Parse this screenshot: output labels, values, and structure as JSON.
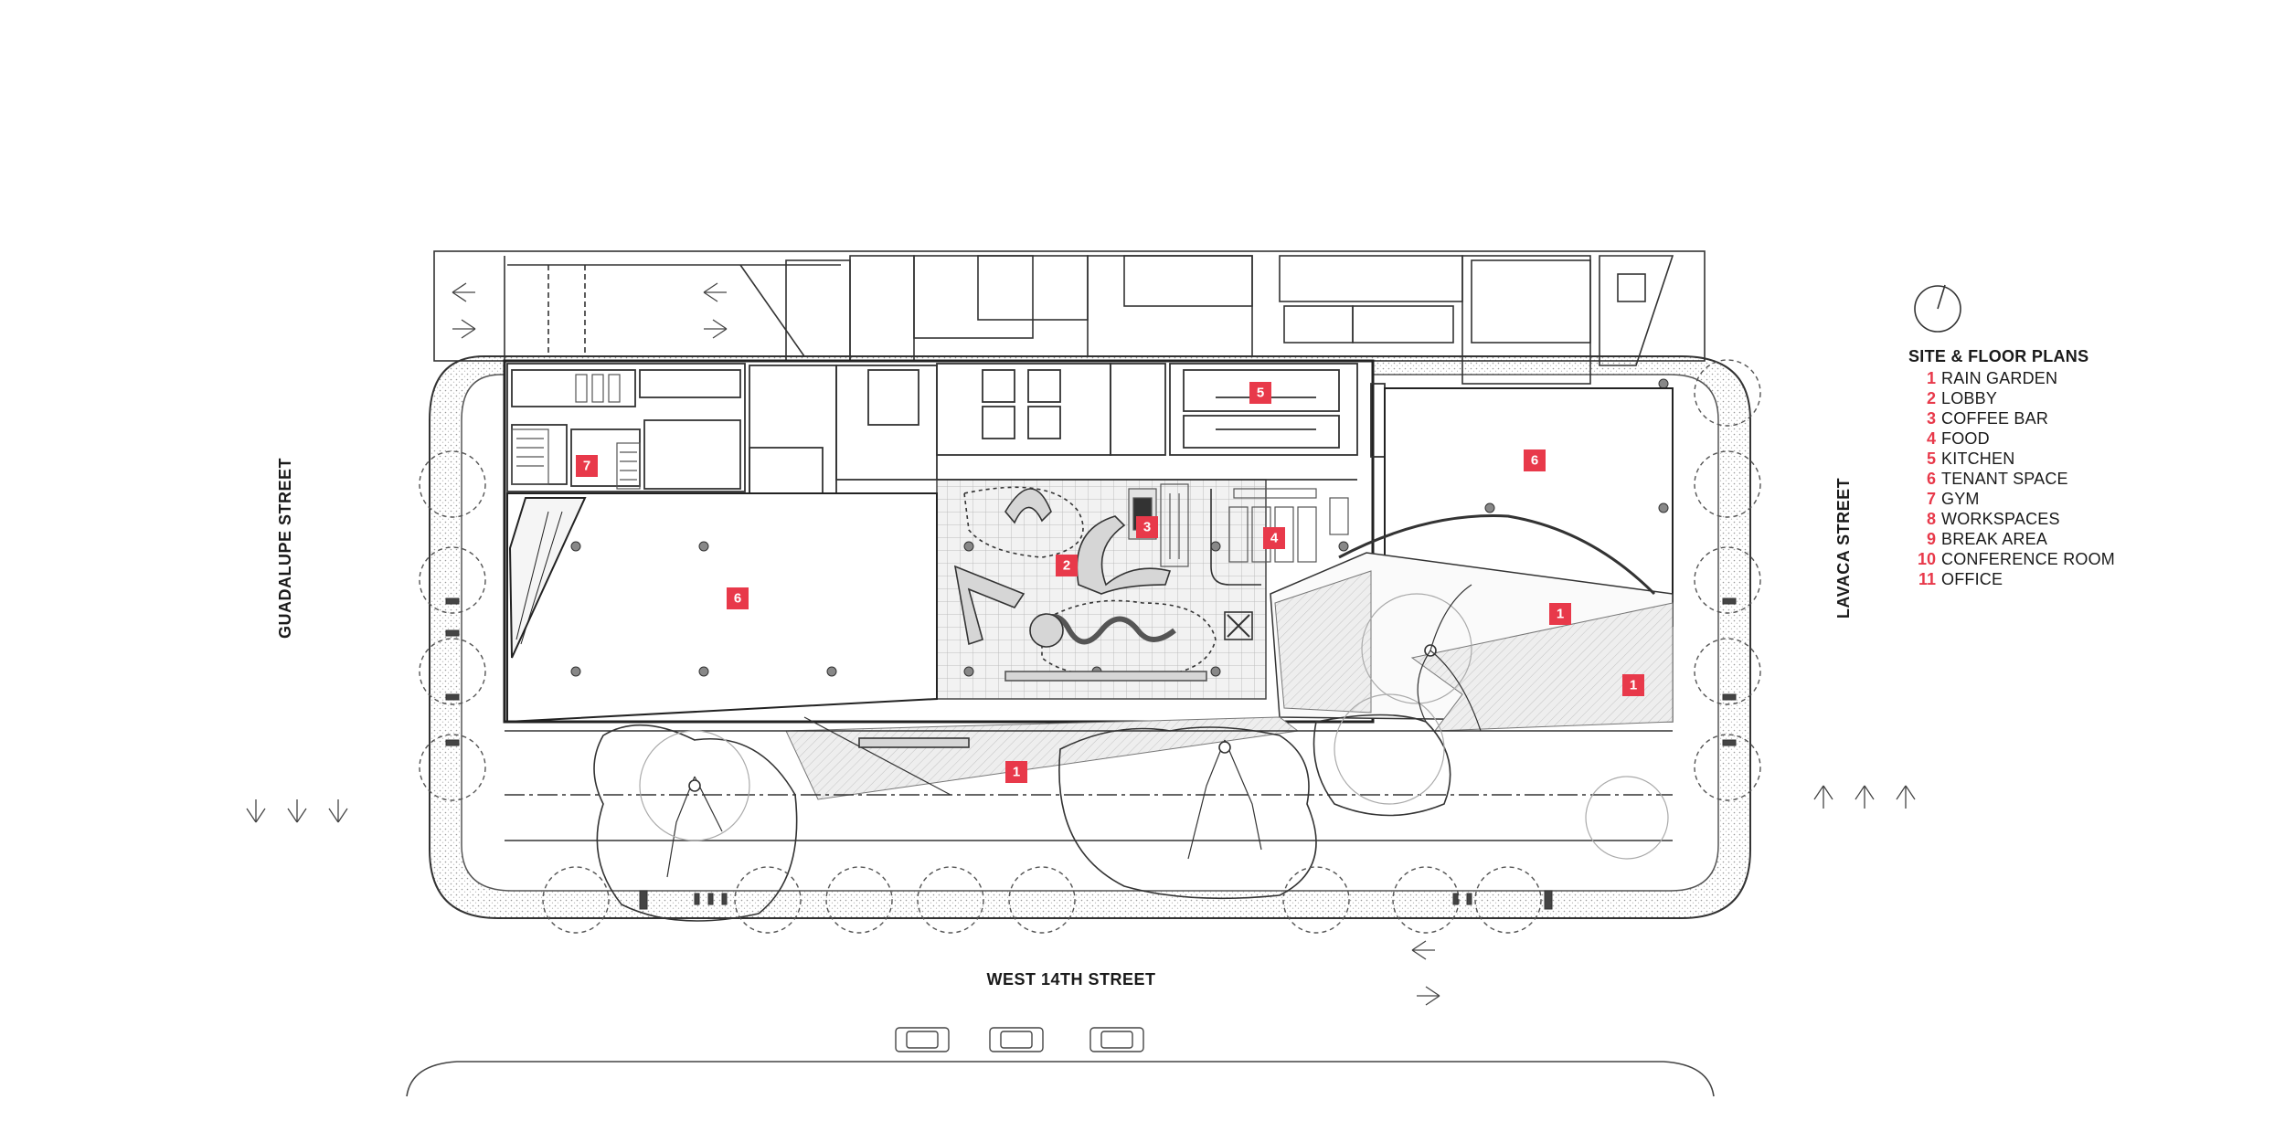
{
  "legend": {
    "title": "SITE & FLOOR PLANS",
    "items": [
      {
        "num": "1",
        "name": "RAIN GARDEN"
      },
      {
        "num": "2",
        "name": "LOBBY"
      },
      {
        "num": "3",
        "name": "COFFEE BAR"
      },
      {
        "num": "4",
        "name": "FOOD"
      },
      {
        "num": "5",
        "name": "KITCHEN"
      },
      {
        "num": "6",
        "name": "TENANT SPACE"
      },
      {
        "num": "7",
        "name": "GYM"
      },
      {
        "num": "8",
        "name": "WORKSPACES"
      },
      {
        "num": "9",
        "name": "BREAK AREA"
      },
      {
        "num": "10",
        "name": "CONFERENCE ROOM"
      },
      {
        "num": "11",
        "name": "OFFICE"
      }
    ]
  },
  "streets": {
    "west": "GUADALUPE STREET",
    "east": "LAVACA STREET",
    "south": "WEST 14TH STREET"
  },
  "tags": {
    "rain_garden": "1",
    "lobby": "2",
    "coffee_bar": "3",
    "food": "4",
    "kitchen": "5",
    "tenant_space": "6",
    "gym": "7"
  },
  "colors": {
    "accent": "#e8394a",
    "line": "#333333",
    "paving": "#e6e6e6",
    "background": "#ffffff"
  }
}
